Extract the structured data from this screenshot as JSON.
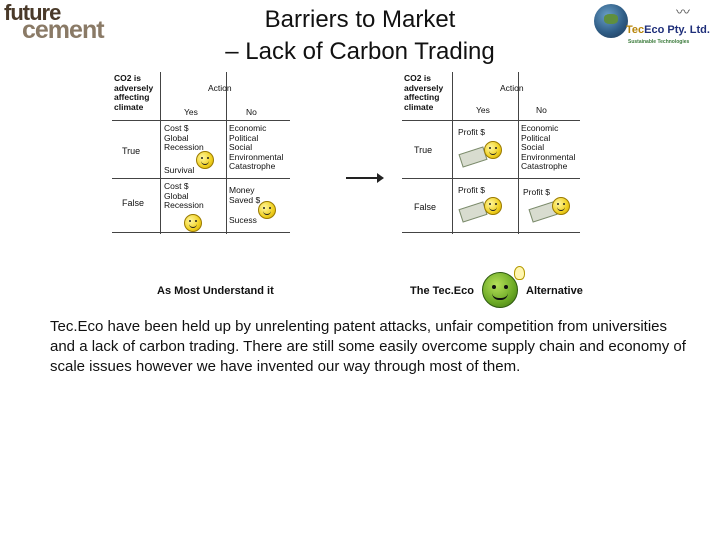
{
  "title": "Barriers to Market \n– Lack of Carbon Trading",
  "title_lines": [
    "Barriers to Market",
    "– Lack of Carbon Trading"
  ],
  "logo_left": {
    "line1": "future",
    "line2": "cement"
  },
  "logo_right": {
    "name_prefix": "Tec",
    "name_rest": "Eco Pty. Ltd.",
    "tagline": "Sustainable Technologies"
  },
  "left_grid": {
    "corner": "CO2 is\nadversely\naffecting\nclimate",
    "action": "Action",
    "yes": "Yes",
    "no": "No",
    "row_true": "True",
    "row_false": "False",
    "true_yes": "Cost $\nGlobal\nRecession",
    "true_yes_extra": "Survival",
    "true_no": "Economic\nPolitical\nSocial\nEnvironmental\nCatastrophe",
    "false_yes": "Cost $\nGlobal\nRecession",
    "false_no": "Money\nSaved $",
    "false_no_extra": "Sucess",
    "caption": "As Most Understand it"
  },
  "right_grid": {
    "corner": "CO2 is\nadversely\naffecting\nclimate",
    "action": "Action",
    "yes": "Yes",
    "no": "No",
    "row_true": "True",
    "row_false": "False",
    "true_yes": "Profit $",
    "true_no": "Economic\nPolitical\nSocial\nEnvironmental\nCatastrophe",
    "false_yes": "Profit $",
    "false_no": "Profit $",
    "caption_left": "The Tec.Eco",
    "caption_right": "Alternative"
  },
  "paragraph": "Tec.Eco have been held up by unrelenting patent attacks, unfair competition from universities and a lack of carbon trading. There are still some easily overcome supply chain and economy of scale issues however we have invented our way through most of them."
}
